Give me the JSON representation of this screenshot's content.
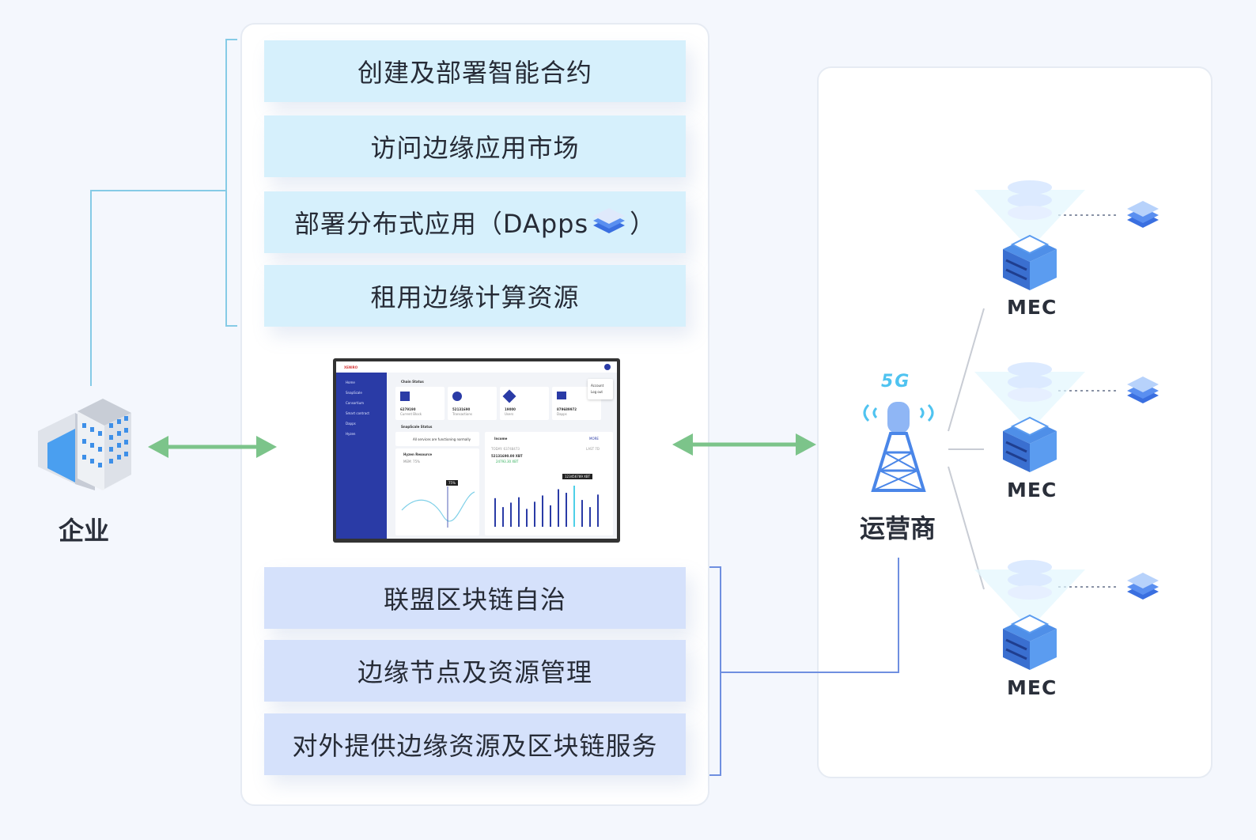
{
  "left": {
    "enterprise_label": "企业"
  },
  "features_top": [
    "创建及部署智能合约",
    "访问边缘应用市场",
    "部署分布式应用（DApps",
    "租用边缘计算资源"
  ],
  "dapps_suffix": "）",
  "features_bottom": [
    "联盟区块链自治",
    "边缘节点及资源管理",
    "对外提供边缘资源及区块链服务"
  ],
  "operator": {
    "label": "运营商",
    "badge": "5G"
  },
  "mec_nodes": [
    "MEC",
    "MEC",
    "MEC"
  ],
  "dashboard": {
    "brand": "XENIRO",
    "nav": [
      "Home",
      "SnapScale",
      "Consortium",
      "Smart contract",
      "Dapps",
      "Hyzen"
    ],
    "section_chain": "Chain Status",
    "stats": [
      {
        "value": "6279190",
        "label": "Current Block"
      },
      {
        "value": "52131690",
        "label": "Transactions"
      },
      {
        "value": "19000",
        "label": "Users"
      },
      {
        "value": "879689972",
        "label": "Dapps"
      }
    ],
    "menu": [
      "Account",
      "Log out"
    ],
    "section_snapscale": "SnapScale Status",
    "snapscale_msg": "All services are functioning normally",
    "hyzen": "Hyzen Resource",
    "hyzen_sub": "MEM: 75%",
    "hyzen_tip": "75%",
    "income": "Income",
    "income_more": "MORE",
    "income_today": "TODAY: 63748473",
    "income_value": "52131690.00 XBT",
    "income_change": "24793.30 XBT",
    "income_tip": "123456789 XBT",
    "income_period": "LAST 7D",
    "income_bars": [
      32,
      22,
      27,
      33,
      20,
      28,
      35,
      24,
      42,
      38,
      46,
      30,
      22,
      36
    ]
  },
  "colors": {
    "feature_top_bg": "#d6f0fc",
    "feature_bottom_bg": "#d5e1fb",
    "arrow": "#7cc48a",
    "bracket_top": "#86cbe6",
    "bracket_bottom": "#6f8fe0",
    "mec_line": "#c8ccd4"
  }
}
